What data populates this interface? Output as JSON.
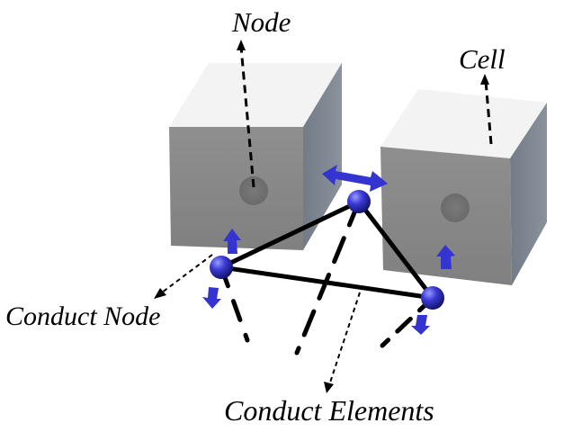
{
  "labels": {
    "node": "Node",
    "cell": "Cell",
    "conduct_node": "Conduct Node",
    "conduct_elements": "Conduct Elements"
  },
  "colors": {
    "cube_top": "#f3f3f3",
    "cube_front": "#888888",
    "cube_side": "#7d848e",
    "node_dot": "#6f6f6f",
    "sphere": "#3a3ad6",
    "arrow": "#3434d0",
    "edge": "#000000"
  }
}
